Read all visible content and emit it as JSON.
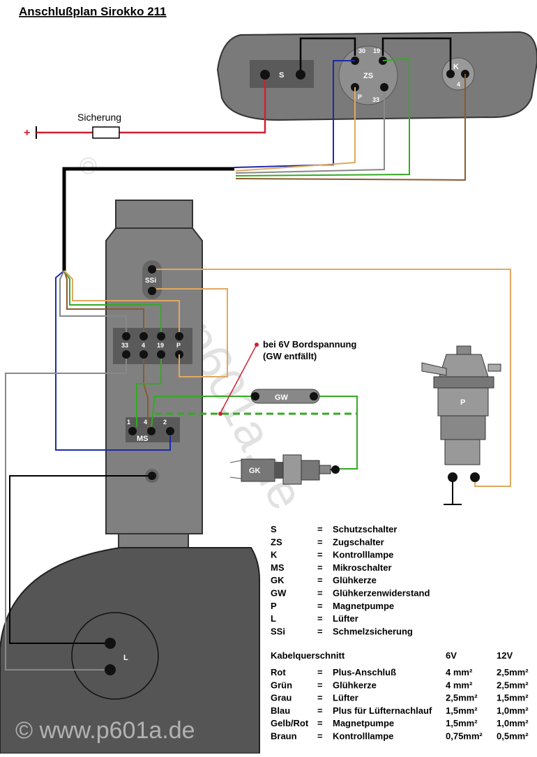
{
  "title": "Anschlußplan Sirokko 211",
  "labels": {
    "sicherung": "Sicherung",
    "plus": "+",
    "s": "S",
    "zs": "ZS",
    "k": "K",
    "t30": "30",
    "t19": "19",
    "tp": "P",
    "t33": "33",
    "t4": "4",
    "ssi": "SSi",
    "b33": "33",
    "b4": "4",
    "b19": "19",
    "bp": "P",
    "ms": "MS",
    "ms1": "1",
    "ms4": "4",
    "ms2": "2",
    "gw": "GW",
    "gk": "GK",
    "pump": "P",
    "lufter": "L",
    "note_line1": "bei 6V Bordspannung",
    "note_line2": "(GW entfällt)"
  },
  "abbreviations": [
    {
      "key": "S",
      "eq": "=",
      "text": "Schutzschalter"
    },
    {
      "key": "ZS",
      "eq": "=",
      "text": "Zugschalter"
    },
    {
      "key": "K",
      "eq": "=",
      "text": "Kontrolllampe"
    },
    {
      "key": "MS",
      "eq": "=",
      "text": "Mikroschalter"
    },
    {
      "key": "GK",
      "eq": "=",
      "text": "Glühkerze"
    },
    {
      "key": "GW",
      "eq": "=",
      "text": "Glühkerzenwiderstand"
    },
    {
      "key": "P",
      "eq": "=",
      "text": "Magnetpumpe"
    },
    {
      "key": "L",
      "eq": "=",
      "text": "Lüfter"
    },
    {
      "key": "SSi",
      "eq": "=",
      "text": "Schmelzsicherung"
    }
  ],
  "cable_table": {
    "header": {
      "title": "Kabelquerschnitt",
      "col6v": "6V",
      "col12v": "12V"
    },
    "rows": [
      {
        "color": "Rot",
        "eq": "=",
        "use": "Plus-Anschluß",
        "v6": "4 mm²",
        "v12": "2,5mm²"
      },
      {
        "color": "Grün",
        "eq": "=",
        "use": "Glühkerze",
        "v6": "4 mm²",
        "v12": "2,5mm²"
      },
      {
        "color": "Grau",
        "eq": "=",
        "use": "Lüfter",
        "v6": "2,5mm²",
        "v12": "1,5mm²"
      },
      {
        "color": "Blau",
        "eq": "=",
        "use": "Plus für Lüfternachlauf",
        "v6": "1,5mm²",
        "v12": "1,0mm²"
      },
      {
        "color": "Gelb/Rot",
        "eq": "=",
        "use": "Magnetpumpe",
        "v6": "1,5mm²",
        "v12": "1,0mm²"
      },
      {
        "color": "Braun",
        "eq": "=",
        "use": "Kontrolllampe",
        "v6": "0,75mm²",
        "v12": "0,5mm²"
      }
    ]
  },
  "watermark": {
    "bottom": "© www.p601a.de",
    "diagonal_left": "©",
    "diagonal_main": "www.p601a.de"
  },
  "wire_colors": {
    "red": "#cc2233",
    "green": "#33aa22",
    "gray": "#888888",
    "blue": "#1c2aa8",
    "yellow_orange": "#e0a860",
    "brown": "#8b5a2b",
    "black": "#000000"
  }
}
